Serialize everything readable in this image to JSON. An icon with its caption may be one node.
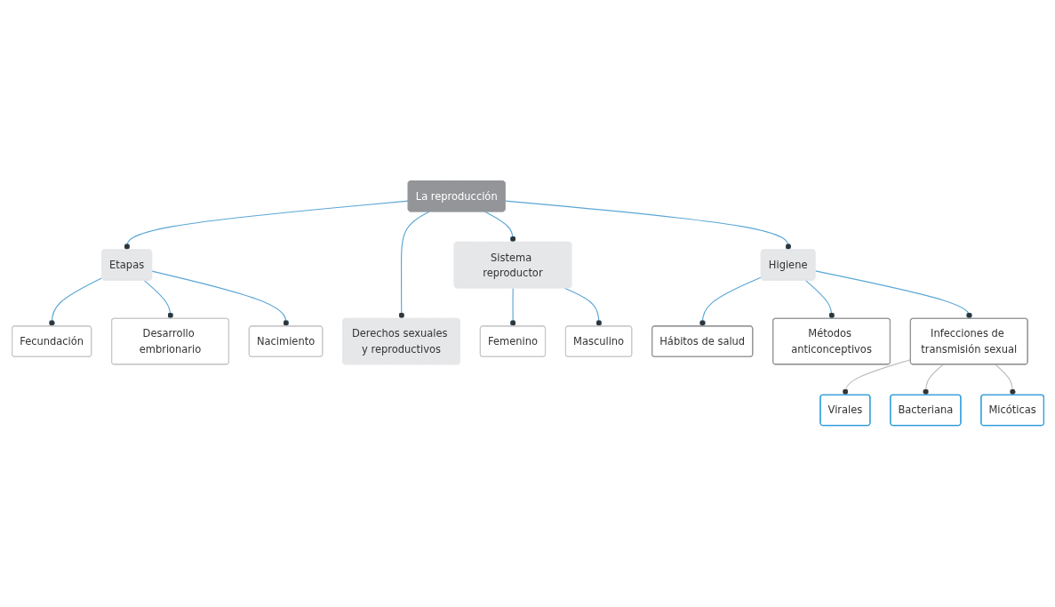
{
  "diagram": {
    "nodes": [
      {
        "text": [
          "La reproducción"
        ]
      },
      {
        "text": [
          "Etapas"
        ]
      },
      {
        "text": [
          "Fecundación"
        ]
      },
      {
        "text": [
          "Desarrollo embrionario"
        ]
      },
      {
        "text": [
          "Nacimiento"
        ]
      },
      {
        "text": [
          "Derechos sexuales y reproductivos"
        ]
      },
      {
        "text": [
          "Sistema reproductor"
        ]
      },
      {
        "text": [
          "Femenino"
        ]
      },
      {
        "text": [
          "Masculino"
        ]
      },
      {
        "text": [
          "Higiene"
        ]
      },
      {
        "text": [
          "Hábitos de salud"
        ]
      },
      {
        "text": [
          "Métodos anticonceptivos"
        ]
      },
      {
        "text": [
          "Infecciones de transmisión sexual"
        ]
      },
      {
        "text": [
          "Virales"
        ]
      },
      {
        "text": [
          "Bacteriana"
        ]
      },
      {
        "text": [
          "Micóticas"
        ]
      }
    ],
    "edges": [
      {
        "from": 0,
        "to": 1,
        "arrow": "other"
      },
      {
        "from": 0,
        "to": 5,
        "arrow": "other"
      },
      {
        "from": 0,
        "to": 6,
        "arrow": "other"
      },
      {
        "from": 0,
        "to": 9,
        "arrow": "other"
      },
      {
        "from": 1,
        "to": 2,
        "arrow": "other"
      },
      {
        "from": 1,
        "to": 3,
        "arrow": "other"
      },
      {
        "from": 1,
        "to": 4,
        "arrow": "other"
      },
      {
        "from": 6,
        "to": 7,
        "arrow": "other"
      },
      {
        "from": 6,
        "to": 8,
        "arrow": "other"
      },
      {
        "from": 9,
        "to": 10,
        "arrow": "other"
      },
      {
        "from": 9,
        "to": 11,
        "arrow": "other"
      },
      {
        "from": 9,
        "to": 12,
        "arrow": "other"
      },
      {
        "from": 12,
        "to": 13,
        "arrow": "other",
        "color": "#bcbec0"
      },
      {
        "from": 12,
        "to": 14,
        "arrow": "other",
        "color": "#bcbec0"
      },
      {
        "from": 12,
        "to": 15,
        "arrow": "other",
        "color": "#bcbec0"
      }
    ]
  }
}
